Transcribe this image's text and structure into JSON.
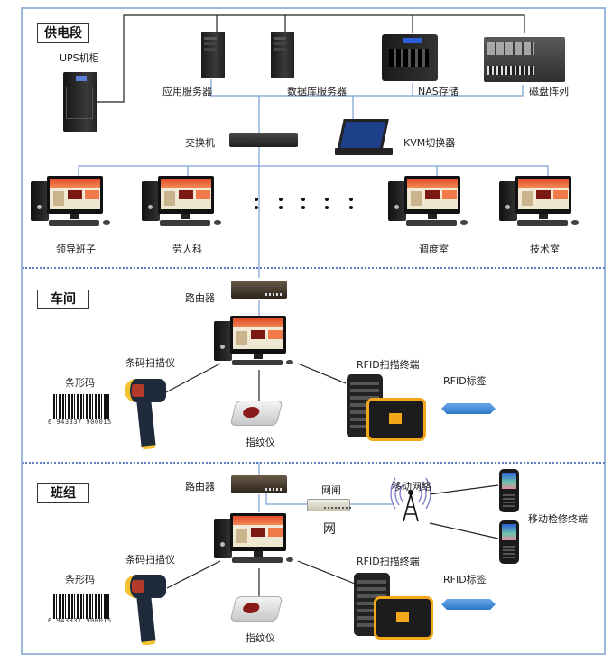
{
  "diagram": {
    "sections": [
      {
        "id": "power-section",
        "tag": "供电段",
        "devices": {
          "ups": "UPS机柜",
          "app_server": "应用服务器",
          "db_server": "数据库服务器",
          "nas": "NAS存储",
          "disk_array": "磁盘阵列",
          "switch": "交换机",
          "kvm": "KVM切换器",
          "terminals": [
            "领导班子",
            "劳人科",
            "调度室",
            "技术室"
          ]
        }
      },
      {
        "id": "workshop-section",
        "tag": "车间",
        "devices": {
          "router": "路由器",
          "barcode_scanner": "条码扫描仪",
          "barcode": "条形码",
          "barcode_number": "6 943337 900015",
          "fingerprint": "指纹仪",
          "rfid_terminal": "RFID扫描终端",
          "rfid_tag": "RFID标签"
        }
      },
      {
        "id": "team-section",
        "tag": "班组",
        "devices": {
          "router": "路由器",
          "gateway": "网闸",
          "net_char": "网",
          "mobile_network": "移动网络",
          "mobile_terminal": "移动检修终端",
          "barcode_scanner": "条码扫描仪",
          "barcode": "条形码",
          "barcode_number": "6 943337 900015",
          "fingerprint": "指纹仪",
          "rfid_terminal": "RFID扫描终端",
          "rfid_tag": "RFID标签"
        }
      }
    ],
    "colors": {
      "frame_border": "#9db6de",
      "blue_wire": "#7a9fd6",
      "black_wire": "#222222",
      "divider": "#5b7fc4"
    }
  }
}
